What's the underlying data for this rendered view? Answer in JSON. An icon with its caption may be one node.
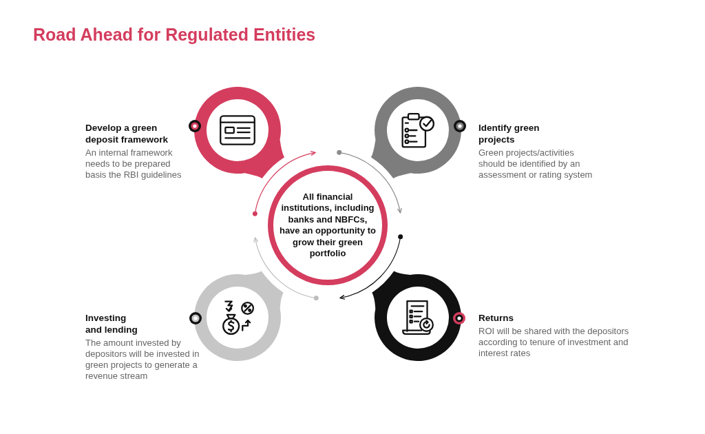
{
  "diagram": {
    "title": "Road Ahead for Regulated Entities",
    "nodes": [
      {
        "text": [],
        "shape": "circle",
        "beside": [
          "Develop a green deposit framework",
          "An internal framework needs to be prepared basis the RBI guidelines"
        ]
      },
      {
        "text": [],
        "shape": "circle",
        "beside": [
          "Identify green projects",
          "Green projects/activities should be identified by an assessment or rating system"
        ]
      },
      {
        "text": [
          "All financial institutions, including banks and NBFCs, have an opportunity to grow their green portfolio"
        ]
      },
      {
        "text": [],
        "shape": "circle",
        "beside": [
          "Investing and lending",
          "The amount invested by depositors will be invested in green projects to generate a revenue stream"
        ]
      },
      {
        "text": [],
        "shape": "circle",
        "beside": [
          "Returns",
          "ROI will be shared with the depositors according to tenure of investment and interest rates"
        ]
      }
    ]
  }
}
